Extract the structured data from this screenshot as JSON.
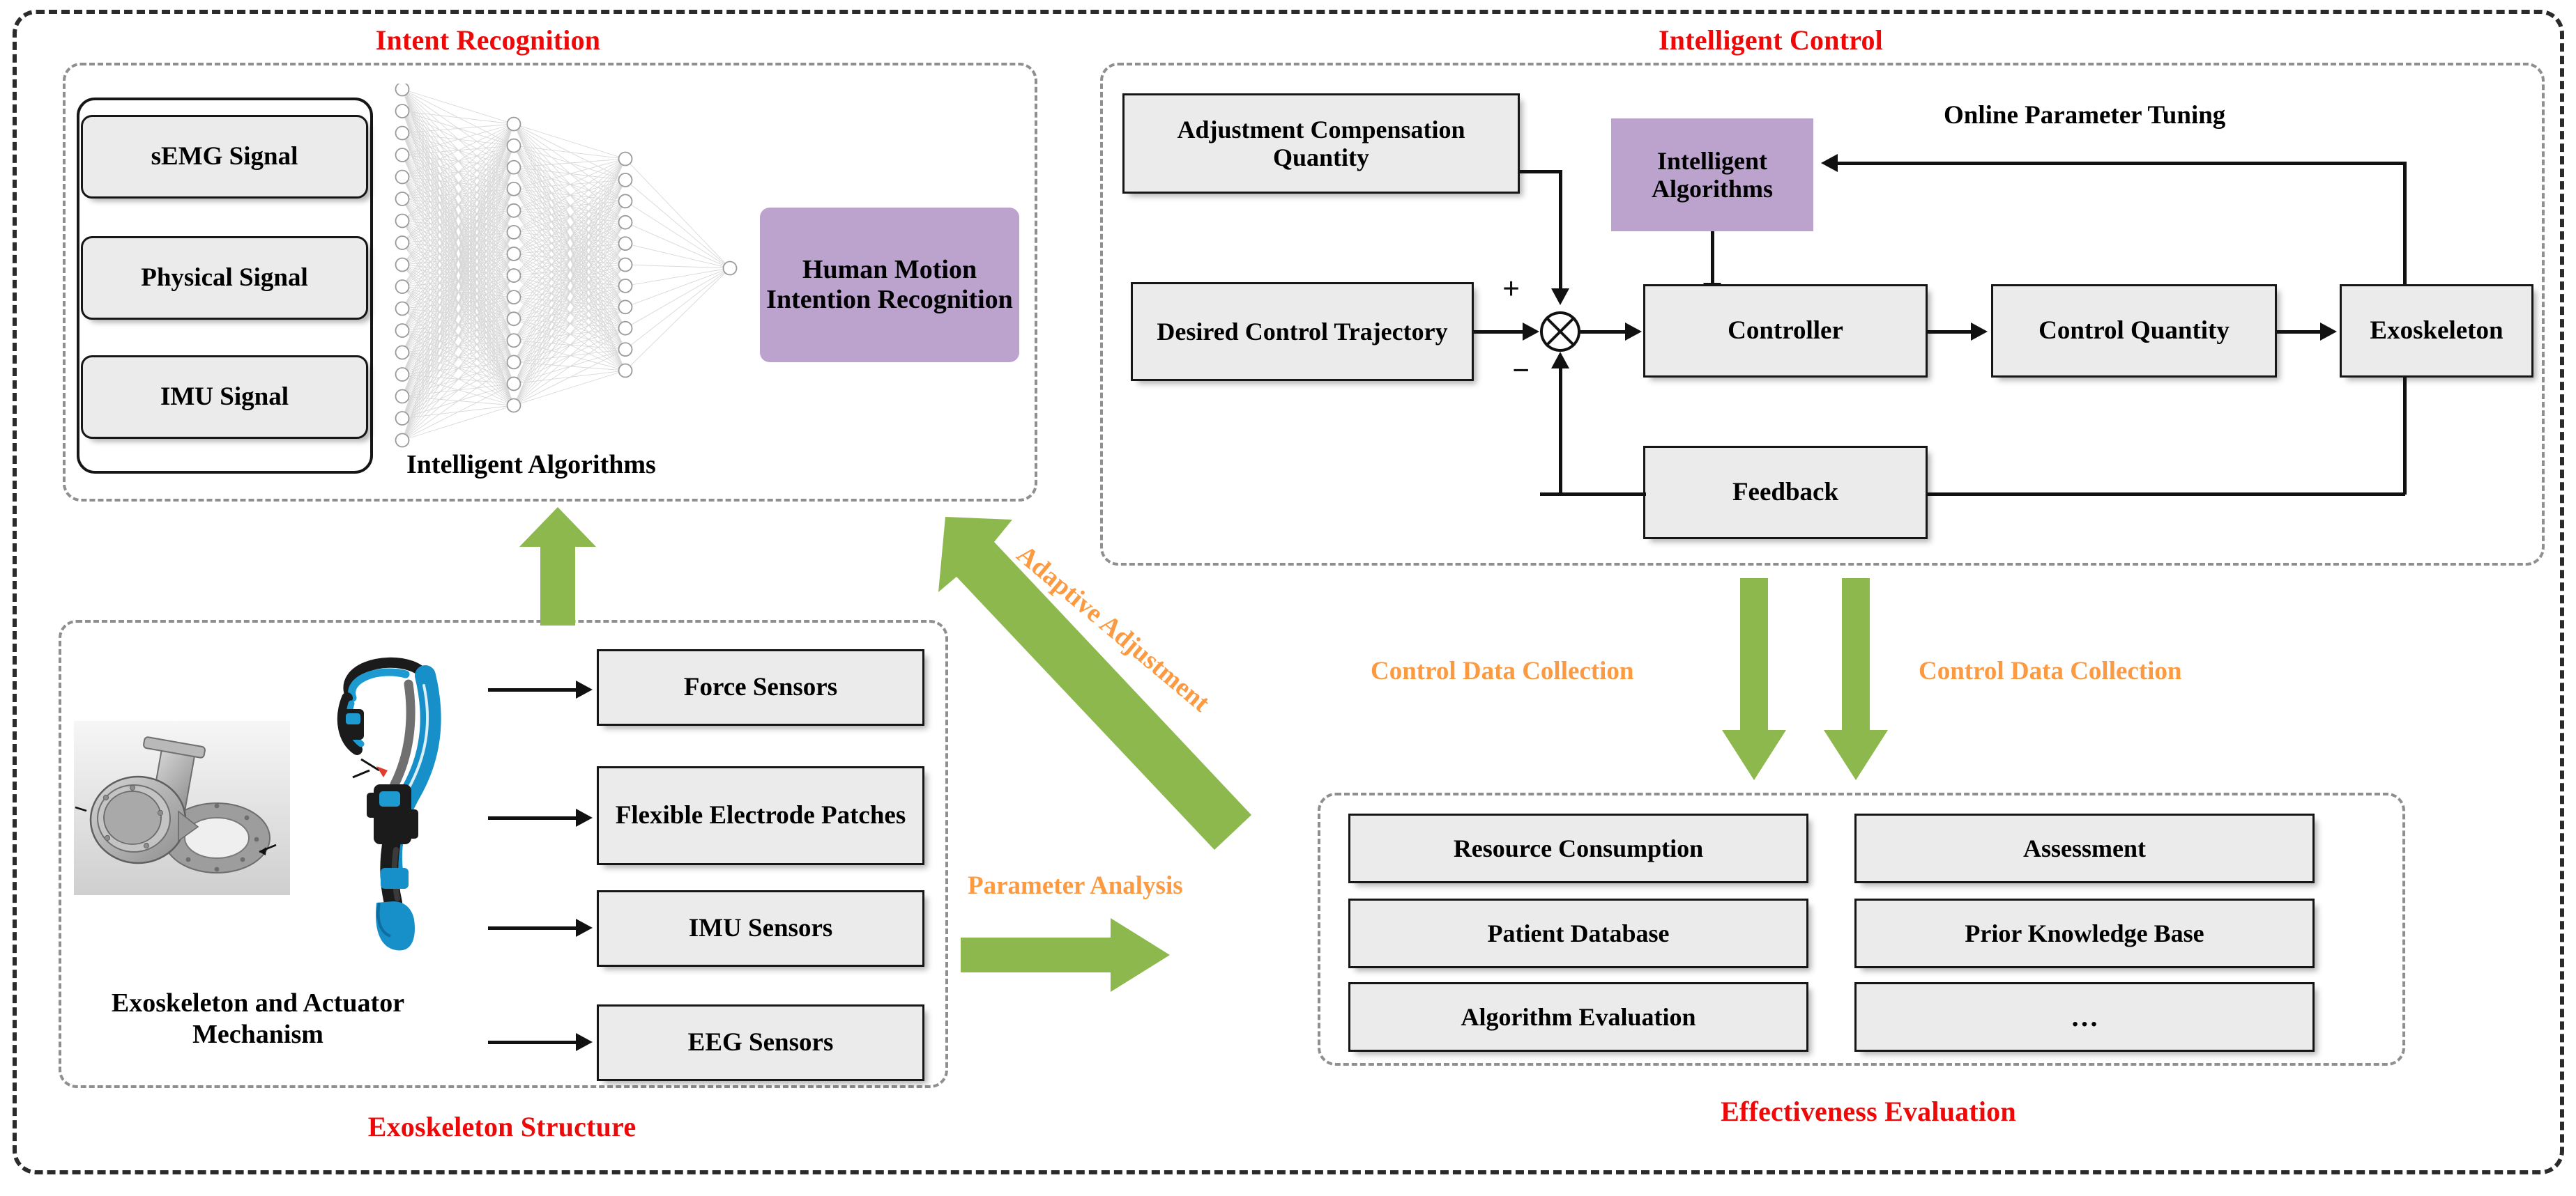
{
  "sections": {
    "intent": {
      "title": "Intent Recognition",
      "signals": [
        "sEMG Signal",
        "Physical Signal",
        "IMU Signal"
      ],
      "network_caption": "Intelligent Algorithms",
      "output_block": "Human Motion Intention Recognition",
      "network": {
        "layer_counts": [
          17,
          14,
          11,
          1
        ],
        "node_fill": "#ffffff",
        "node_stroke": "#9a9a9a",
        "edge_color": "#d8d8d8"
      }
    },
    "control": {
      "title": "Intelligent Control",
      "tuning_label": "Online Parameter Tuning",
      "blocks": {
        "adjustment": "Adjustment Compensation Quantity",
        "algorithms": "Intelligent Algorithms",
        "desired": "Desired Control Trajectory",
        "controller": "Controller",
        "control_quantity": "Control Quantity",
        "exoskeleton": "Exoskeleton",
        "feedback": "Feedback"
      },
      "junction": {
        "plus": "+",
        "minus": "−"
      }
    },
    "structure": {
      "title": "Exoskeleton Structure",
      "image_caption": "Exoskeleton and Actuator Mechanism",
      "sensors": [
        "Force Sensors",
        "Flexible Electrode Patches",
        "IMU Sensors",
        "EEG Sensors"
      ]
    },
    "evaluation": {
      "title": "Effectiveness Evaluation",
      "items_left": [
        "Resource Consumption",
        "Patient Database",
        "Algorithm Evaluation"
      ],
      "items_right": [
        "Assessment",
        "Prior Knowledge Base",
        "…"
      ]
    }
  },
  "flow_labels": {
    "adaptive_adjustment": "Adaptive Adjustment",
    "parameter_analysis": "Parameter Analysis",
    "control_data_collection_left": "Control Data Collection",
    "control_data_collection_right": "Control Data Collection"
  },
  "colors": {
    "title_red": "#ef0808",
    "label_orange": "#fb9a41",
    "arrow_green": "#8cb84e",
    "block_grey": "#ebebeb",
    "accent_purple": "#bca3ce",
    "frame_dark": "#2b2b2b",
    "frame_light": "#8f8f8f"
  }
}
